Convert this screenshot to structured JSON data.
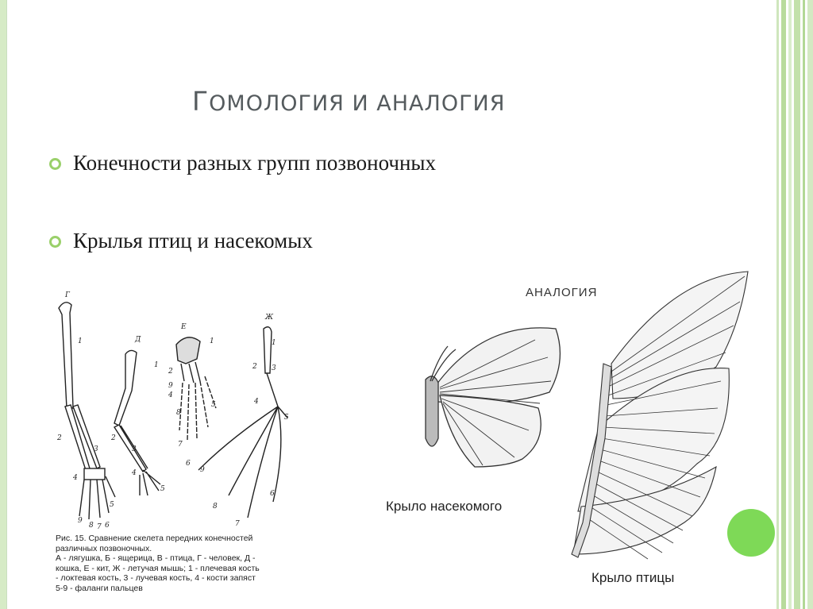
{
  "slide": {
    "title_cap": "Г",
    "title_rest": "ОМОЛОГИЯ И АНАЛОГИЯ",
    "bullets": [
      {
        "text": "Конечности разных групп позвоночных"
      },
      {
        "text": "Крылья птиц и насекомых"
      }
    ]
  },
  "left_figure": {
    "letters": [
      "Г",
      "Д",
      "Е",
      "Ж"
    ],
    "caption_lines": [
      "Рис. 15. Сравнение скелета передних конечностей",
      "различных позвоночных.",
      "А - лягушка, Б - ящерица, В - птица, Г - человек, Д -",
      "кошка, Е - кит, Ж - летучая мышь; 1 - плечевая кость",
      "- локтевая кость, 3 - лучевая кость, 4 - кости запяст",
      "5-9 - фаланги пальцев"
    ]
  },
  "right_figure": {
    "heading": "АНАЛОГИЯ",
    "insect_label": "Крыло насекомого",
    "bird_label": "Крыло птицы"
  },
  "colors": {
    "accent_green": "#7ed957",
    "bullet_ring": "#9ad06a",
    "title_gray": "#555b5e",
    "frame_green": "#d6ebc6"
  }
}
